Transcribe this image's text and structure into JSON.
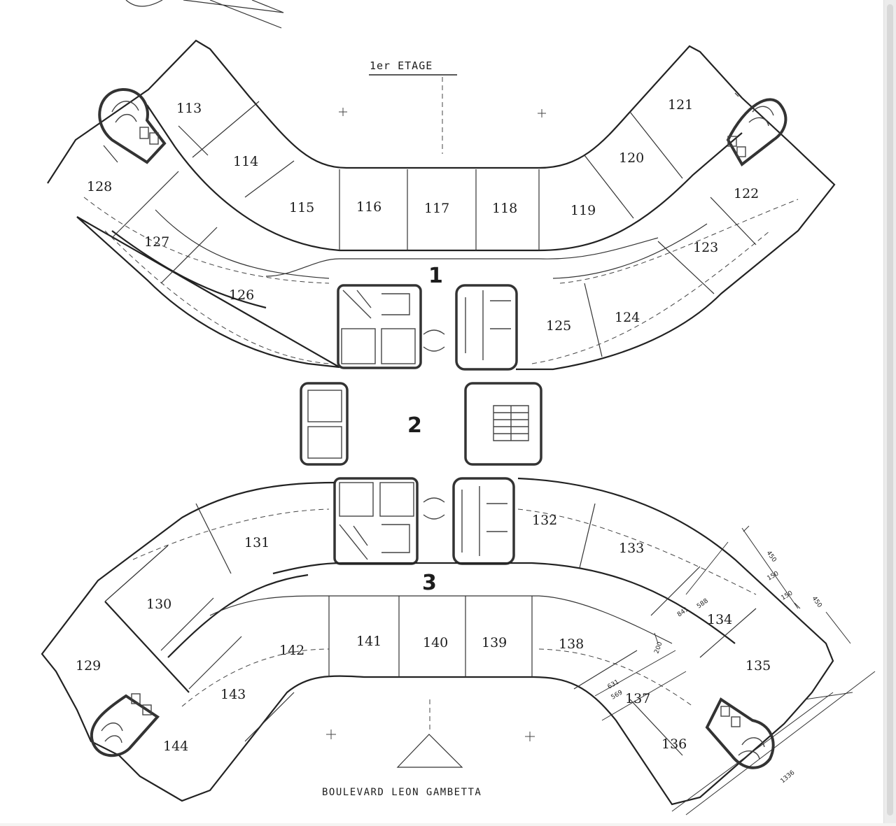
{
  "plan": {
    "title": "1er ETAGE",
    "street": "BOULEVARD LEON GAMBETTA",
    "cores": [
      "1",
      "2",
      "3"
    ],
    "rooms": [
      "113",
      "114",
      "115",
      "116",
      "117",
      "118",
      "119",
      "120",
      "121",
      "122",
      "123",
      "124",
      "125",
      "126",
      "127",
      "128",
      "129",
      "130",
      "131",
      "132",
      "133",
      "134",
      "135",
      "136",
      "137",
      "138",
      "139",
      "140",
      "141",
      "142",
      "143",
      "144"
    ],
    "dimensions": [
      "450",
      "150",
      "150",
      "450",
      "841",
      "588",
      "1336",
      "200",
      "631",
      "569"
    ]
  }
}
